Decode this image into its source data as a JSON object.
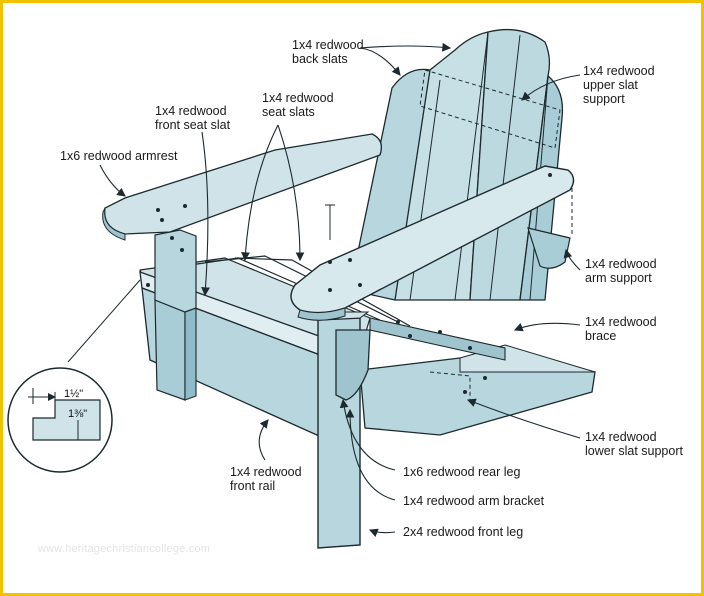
{
  "labels": {
    "back_slats": [
      "1x4 redwood",
      "back slats"
    ],
    "upper_slat_support": [
      "1x4 redwood",
      "upper slat",
      "support"
    ],
    "front_seat_slat": [
      "1x4 redwood",
      "front seat slat"
    ],
    "seat_slats": [
      "1x4 redwood",
      "seat slats"
    ],
    "armrest": [
      "1x6 redwood armrest"
    ],
    "arm_support": [
      "1x4 redwood",
      "arm support"
    ],
    "brace": [
      "1x4 redwood",
      "brace"
    ],
    "lower_slat_support": [
      "1x4 redwood",
      "lower slat support"
    ],
    "front_rail": [
      "1x4 redwood",
      "front rail"
    ],
    "rear_leg": [
      "1x6 redwood rear leg"
    ],
    "arm_bracket": [
      "1x4 redwood arm bracket"
    ],
    "front_leg": [
      "2x4 redwood front leg"
    ]
  },
  "inset": {
    "dim_top": "1½\"",
    "dim_bottom": "1⅜\""
  },
  "watermark": "www.heritagechristiancollege.com",
  "colors": {
    "frame": "#f2c200",
    "wood_light": "#cfe3e8",
    "wood_mid": "#a9cdd6",
    "wood_dark": "#7fb0bd",
    "outline": "#1c2a2e"
  }
}
